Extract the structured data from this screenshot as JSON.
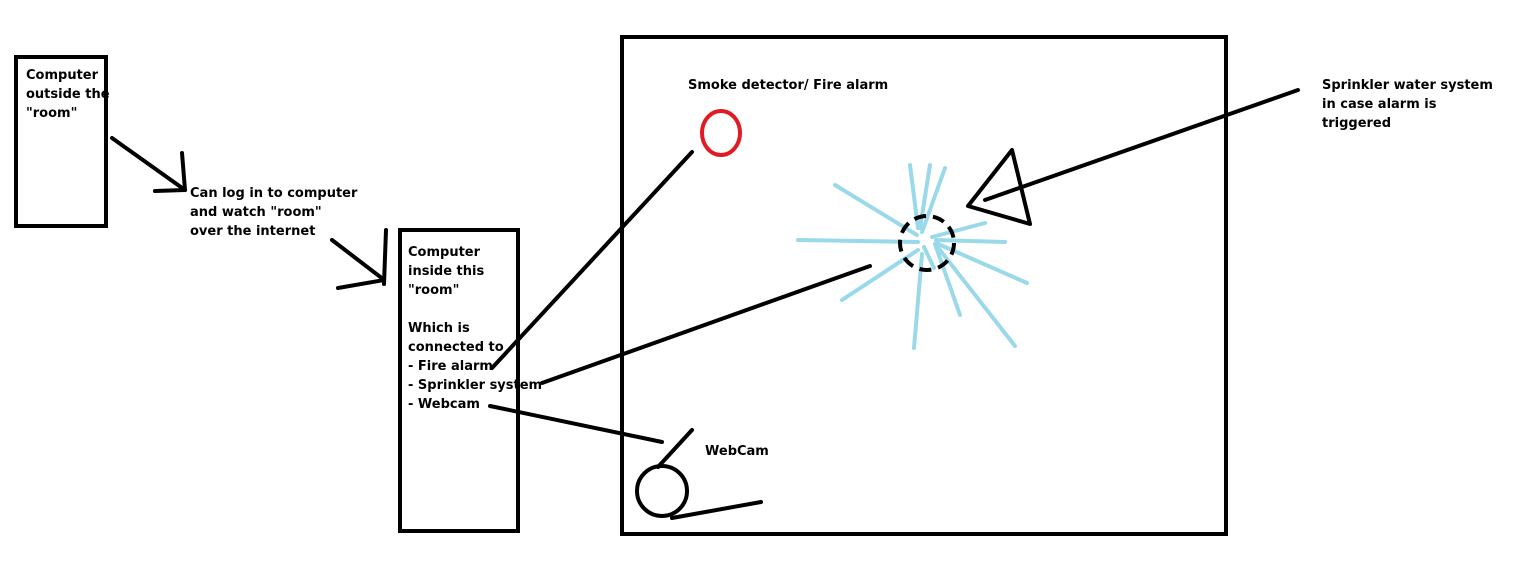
{
  "outside_computer": {
    "lines": [
      "Computer",
      "outside the",
      "\"room\""
    ]
  },
  "internet_note": {
    "lines": [
      "Can log in to computer",
      "and watch \"room\"",
      "over the internet"
    ]
  },
  "inside_computer": {
    "lines": [
      "Computer",
      "inside this",
      "\"room\"",
      "",
      "Which is",
      "connected to",
      "- Fire alarm",
      "- Sprinkler system",
      "- Webcam"
    ]
  },
  "smoke_detector": {
    "label": "Smoke detector/ Fire alarm"
  },
  "sprinkler": {
    "lines": [
      "Sprinkler water system",
      "in case alarm is",
      "triggered"
    ]
  },
  "webcam": {
    "label": "WebCam"
  },
  "colors": {
    "ink": "#000000",
    "alarm": "#e01b24",
    "water": "#99d9ea"
  }
}
